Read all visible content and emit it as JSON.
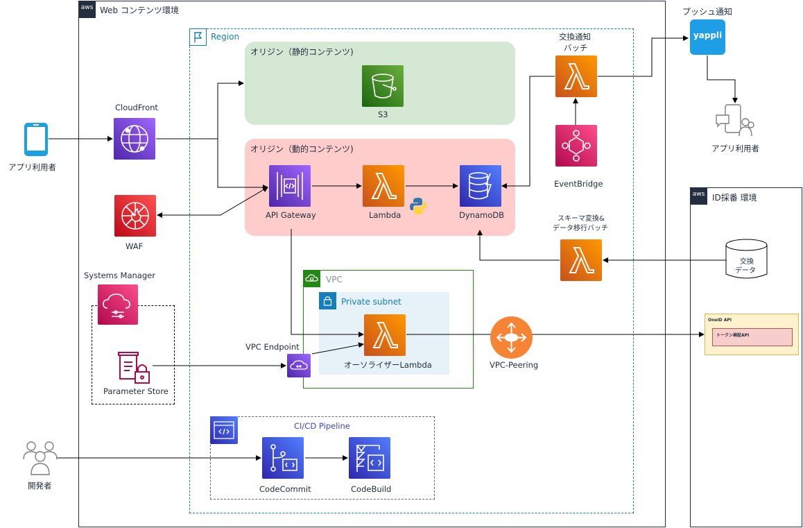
{
  "groups": {
    "web_env": "Web コンテンツ環境",
    "region": "Region",
    "origin_static": "オリジン（静的コンテンツ)",
    "origin_dynamic": "オリジン（動的コンテンツ)",
    "vpc": "VPC",
    "private_subnet": "Private subnet",
    "cicd": "CI/CD Pipeline",
    "id_env": "ID採番 環境",
    "aws_logo": "aws"
  },
  "nodes": {
    "app_user_left": "アプリ利用者",
    "cloudfront": "CloudFront",
    "waf": "WAF",
    "s3": "S3",
    "api_gateway": "API Gateway",
    "lambda": "Lambda",
    "dynamodb": "DynamoDB",
    "exchange_batch_line1": "交換通知",
    "exchange_batch_line2": "バッチ",
    "eventbridge": "EventBridge",
    "push": "プッシュ通知",
    "yappli": "yappli",
    "app_user_right": "アプリ利用者",
    "schema_batch_line1": "スキーマ変換&",
    "schema_batch_line2": "データ移行バッチ",
    "exchange_data_line1": "交換",
    "exchange_data_line2": "データ",
    "systems_manager": "Systems Manager",
    "parameter_store": "Parameter Store",
    "vpc_endpoint": "VPC Endpoint",
    "authorizer": "オーソライザーLambda",
    "vpc_peering": "VPC-Peering",
    "oneid_api": "OneID API",
    "token_api": "トークン検証API",
    "developer": "開発者",
    "codecommit": "CodeCommit",
    "codebuild": "CodeBuild"
  },
  "colors": {
    "compute": "#ff9900",
    "networking": "#8c4fff",
    "security": "#dd344c",
    "devtools": "#3f48cc",
    "storage": "#3f8624",
    "integration": "#e7157b",
    "yappli": "#1e9ee6"
  }
}
